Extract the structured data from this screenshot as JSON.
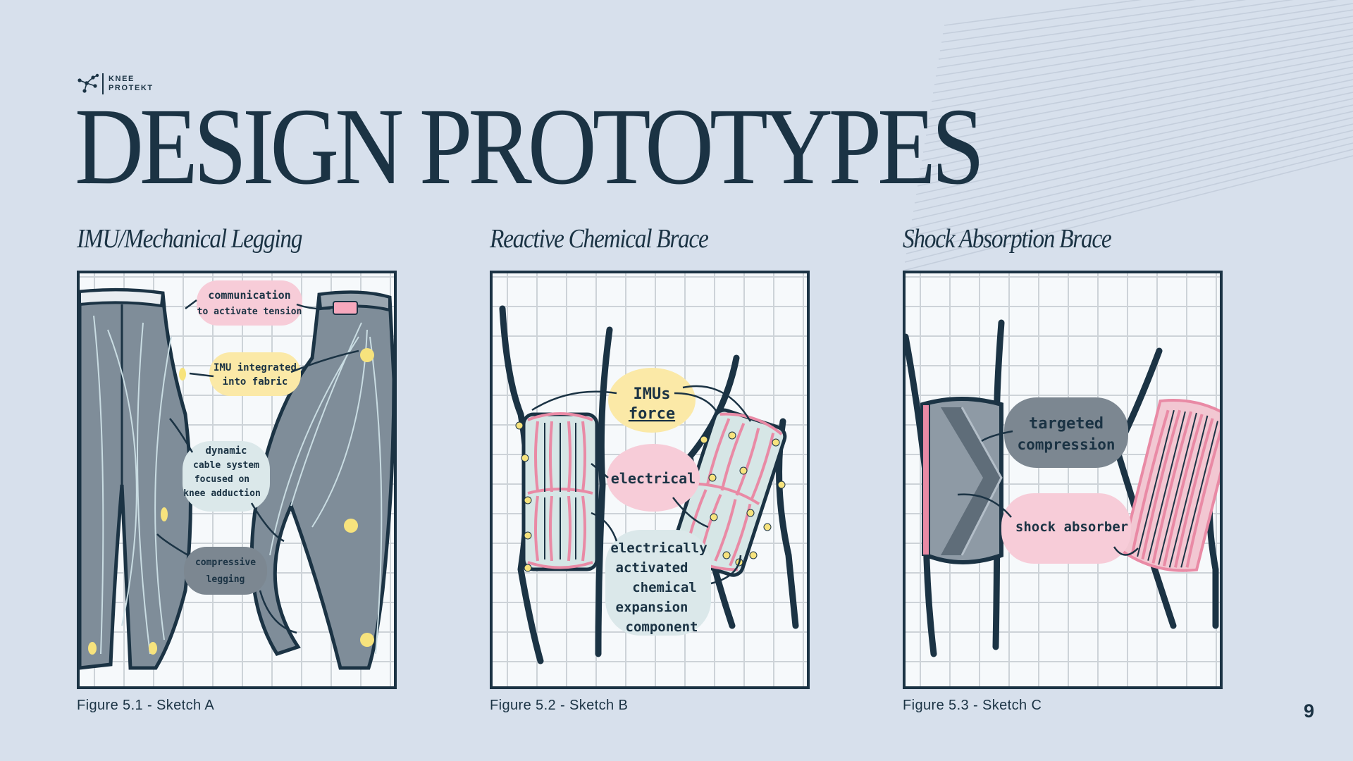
{
  "logo": {
    "line1": "KNEE",
    "line2": "PROTEKT",
    "icon": "constellation-icon"
  },
  "title": "DESIGN PROTOTYPES",
  "sketches": [
    {
      "title": "IMU/Mechanical Legging",
      "caption": "Figure 5.1 - Sketch A",
      "labels": {
        "l1": "communication",
        "l2": "to activate tension",
        "l3": "IMU integrated",
        "l4": "into fabric",
        "l5": "dynamic",
        "l6": "cable system",
        "l7": "focused on",
        "l8": "knee adduction",
        "l9": "compressive",
        "l10": "legging"
      }
    },
    {
      "title": "Reactive Chemical Brace",
      "caption": "Figure 5.2 - Sketch B",
      "labels": {
        "l1": "IMUs",
        "l2": "force",
        "l3": "electrical",
        "l4": "electrically",
        "l5": "activated",
        "l6": "chemical",
        "l7": "expansion",
        "l8": "component"
      }
    },
    {
      "title": "Shock Absorption Brace",
      "caption": "Figure 5.3 - Sketch C",
      "labels": {
        "l1": "targeted",
        "l2": "compression",
        "l3": "shock absorber"
      }
    }
  ],
  "page_number": "9",
  "colors": {
    "background": "#d7e0ec",
    "navy": "#1b3344",
    "fabric_gray": "#7f8d99",
    "pink": "#f7ccd8",
    "pink_stripe": "#e98aa5",
    "yellow": "#fbe9a7",
    "dot_yellow": "#f7e37d",
    "mint": "#d8e6e6",
    "gray_bubble": "#7c8791"
  }
}
